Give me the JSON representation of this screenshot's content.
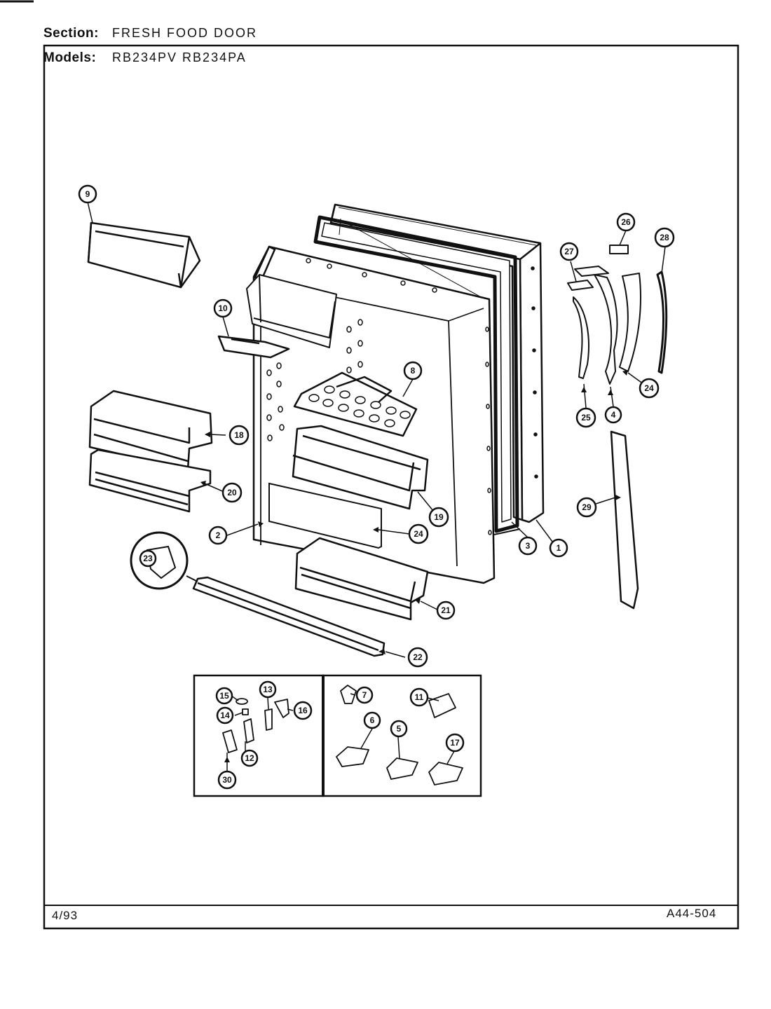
{
  "header": {
    "section_label": "Section:",
    "section_value": "FRESH FOOD DOOR",
    "models_label": "Models:",
    "models_value": "RB234PV  RB234PA"
  },
  "footer": {
    "date": "4/93",
    "drawing_number": "A44-504"
  },
  "callouts": [
    "9",
    "10",
    "8",
    "18",
    "20",
    "19",
    "2",
    "24",
    "23",
    "22",
    "21",
    "3",
    "1",
    "27",
    "26",
    "28",
    "25",
    "4",
    "29",
    "15",
    "13",
    "14",
    "16",
    "12",
    "30",
    "7",
    "11",
    "6",
    "5",
    "17"
  ]
}
